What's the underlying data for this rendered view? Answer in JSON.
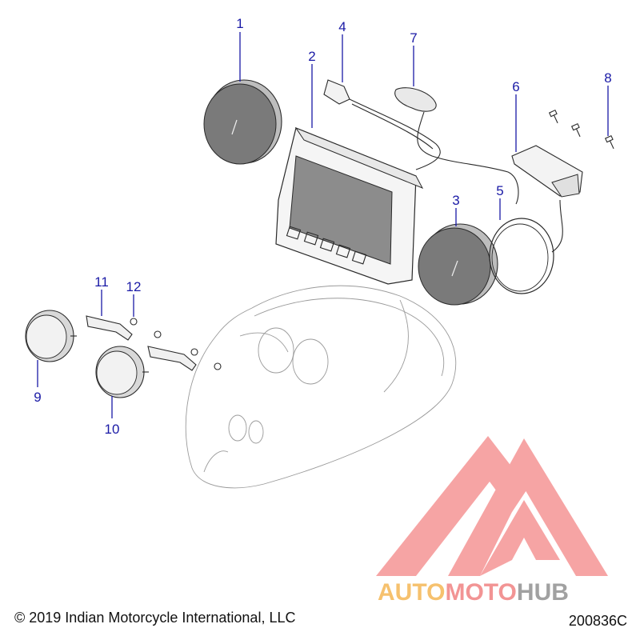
{
  "callouts": {
    "c1": "1",
    "c2": "2",
    "c3": "3",
    "c4": "4",
    "c5": "5",
    "c6": "6",
    "c7": "7",
    "c8": "8",
    "c9": "9",
    "c10": "10",
    "c11": "11",
    "c12": "12"
  },
  "footer": {
    "copyright": "© 2019 Indian Motorcycle International, LLC",
    "diagram_number": "200836C"
  },
  "watermark": {
    "part1": "AUTO",
    "part2": "MOTO",
    "part3": "HUB"
  },
  "colors": {
    "callout": "#1a1aa6",
    "watermark_orange": "#f4b24a",
    "watermark_pink": "#f07a7a",
    "watermark_gray": "#8a8a8a",
    "logo_red": "#ef5a5a"
  }
}
